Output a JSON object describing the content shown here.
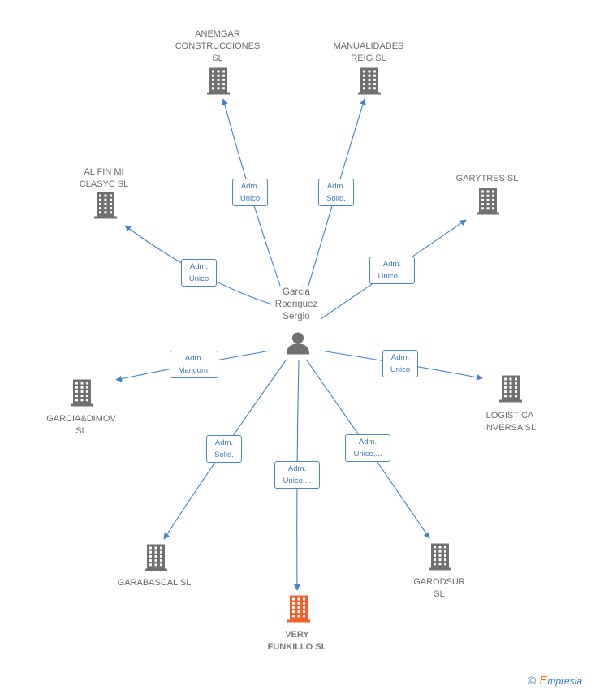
{
  "center": {
    "name": "Garcia\nRodriguez\nSergio"
  },
  "colors": {
    "building": "#707070",
    "building_highlight": "#f0612d",
    "edge": "#3f81cf",
    "label": "#6b6b6b"
  },
  "companies": [
    {
      "id": "anemgar",
      "name": "ANEMGAR\nCONSTRUCCIONES\nSL",
      "role": "Adm.\nUnico",
      "highlight": false
    },
    {
      "id": "manualidades",
      "name": "MANUALIDADES\nREIG  SL",
      "role": "Adm.\nSolid.",
      "highlight": false
    },
    {
      "id": "alfinmi",
      "name": "AL FIN MI\nCLASYC  SL",
      "role": "Adm.\nUnico",
      "highlight": false
    },
    {
      "id": "garytres",
      "name": "GARYTRES  SL",
      "role": "Adm.\nUnico,...",
      "highlight": false
    },
    {
      "id": "garciadimov",
      "name": "GARCIA&DIMOV\nSL",
      "role": "Adm.\nMancom.",
      "highlight": false
    },
    {
      "id": "logistica",
      "name": "LOGISTICA\nINVERSA  SL",
      "role": "Adm.\nUnico",
      "highlight": false
    },
    {
      "id": "garabascal",
      "name": "GARABASCAL SL",
      "role": "Adm.\nSolid.",
      "highlight": false
    },
    {
      "id": "veryfunkillo",
      "name": "VERY\nFUNKILLO  SL",
      "role": "Adm.\nUnico,...",
      "highlight": true
    },
    {
      "id": "garodsur",
      "name": "GARODSUR\nSL",
      "role": "Adm.\nUnico,...",
      "highlight": false
    }
  ],
  "brand": {
    "copyright": "©",
    "initial": "E",
    "rest": "mpresia"
  }
}
